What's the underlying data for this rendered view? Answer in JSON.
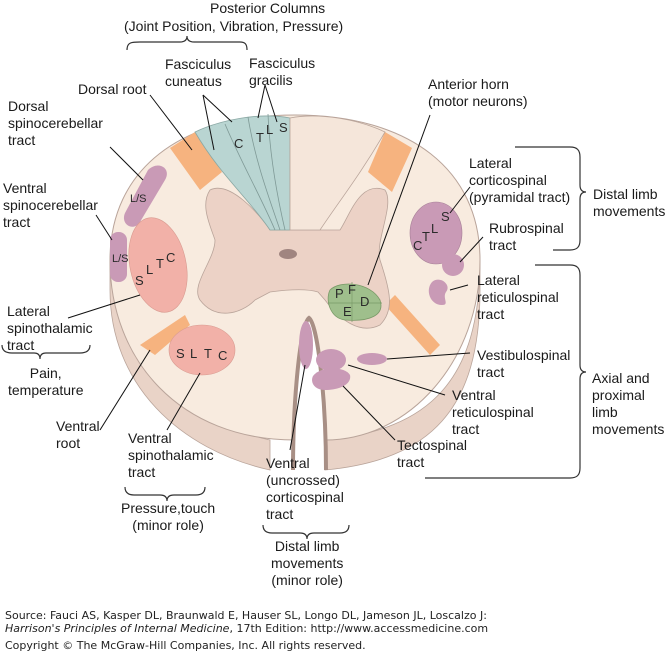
{
  "figure": {
    "posterior_columns": {
      "title": "Posterior Columns",
      "subtitle": "(Joint Position, Vibration, Pressure)"
    },
    "labels": {
      "fasciculus_cuneatus": "Fasciculus\ncuneatus",
      "fasciculus_gracilis": "Fasciculus\ngracilis",
      "dorsal_root": "Dorsal root",
      "dorsal_spinocerebellar": "Dorsal\nspinocerebellar\ntract",
      "ventral_spinocerebellar": "Ventral\nspinocerebellar\ntract",
      "lateral_spinothalamic": "Lateral\nspinothalamic\ntract",
      "pain_temperature": "Pain,\ntemperature",
      "ventral_root": "Ventral\nroot",
      "ventral_spinothalamic": "Ventral\nspinothalamic\ntract",
      "pressure_touch": "Pressure,touch\n(minor role)",
      "ventral_corticospinal": "Ventral\n(uncrossed)\ncorticospinal\ntract",
      "distal_limb_minor": "Distal limb\nmovements\n(minor role)",
      "anterior_horn": "Anterior horn\n(motor neurons)",
      "lateral_corticospinal": "Lateral\ncorticospinal\n(pyramidal tract)",
      "distal_limb": "Distal limb\nmovements",
      "rubrospinal": "Rubrospinal\ntract",
      "lateral_reticulospinal": "Lateral\nreticulospinal\ntract",
      "vestibulospinal": "Vestibulospinal\ntract",
      "ventral_reticulospinal": "Ventral\nreticulospinal\ntract",
      "tectospinal": "Tectospinal\ntract",
      "axial_proximal": "Axial and\nproximal\nlimb\nmovements"
    },
    "tract_letters": {
      "cuneatus": [
        "C",
        "T"
      ],
      "gracilis": [
        "L",
        "S"
      ],
      "dorsal_spinocerebellar": "L/S",
      "ventral_spinocerebellar": "L/S",
      "lateral_spinothalamic": [
        "S",
        "L",
        "T",
        "C"
      ],
      "ventral_spinothalamic": [
        "S",
        "L",
        "T",
        "C"
      ],
      "lateral_corticospinal": [
        "C",
        "T",
        "L",
        "S"
      ],
      "anterior_horn": [
        "P",
        "F",
        "D",
        "E"
      ]
    },
    "colors": {
      "white_matter": "#f8ebdf",
      "gray_matter": "#ecd2c6",
      "posterior_columns": "#b9d5d2",
      "roots": "#f6b37f",
      "spinothalamic": "#f2b1a8",
      "motor_tracts": "#c99ab6",
      "anterior_horn": "#9fbf8c",
      "cord_side": "#e9d3c7"
    }
  },
  "footer": {
    "source": "Source: Fauci AS, Kasper DL, Braunwald E, Hauser SL, Longo DL, Jameson JL, Loscalzo J:",
    "book_title": "Harrison's Principles of Internal Medicine",
    "edition": ", 17th Edition: http://www.accessmedicine.com",
    "copyright": "Copyright © The McGraw-Hill Companies, Inc. All rights reserved."
  }
}
